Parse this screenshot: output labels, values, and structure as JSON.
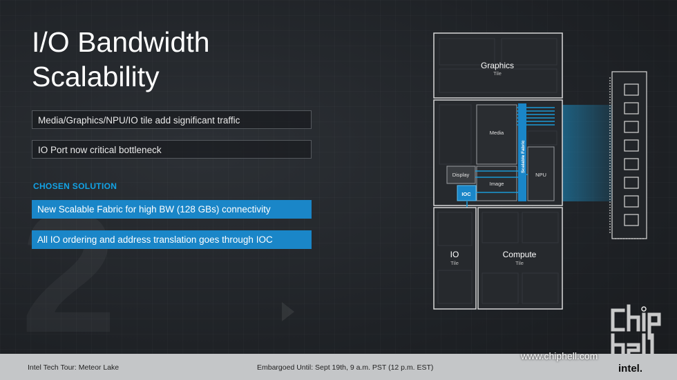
{
  "slide": {
    "title_line1": "I/O Bandwidth",
    "title_line2": "Scalability",
    "background_number": "2",
    "points": [
      "Media/Graphics/NPU/IO tile add significant traffic",
      "IO Port now critical bottleneck"
    ],
    "section_label": "CHOSEN SOLUTION",
    "solutions": [
      "New Scalable Fabric for high BW (128 GBs) connectivity",
      "All IO ordering and address translation goes through IOC"
    ]
  },
  "diagram": {
    "graphics_tile": {
      "name": "Graphics",
      "sub": "Tile"
    },
    "soc_blocks": {
      "media": "Media",
      "display": "Display",
      "image": "Image",
      "npu": "NPU",
      "ioc": "IOC",
      "fabric": "Scalable Fabric"
    },
    "io_tile": {
      "name": "IO",
      "sub": "Tile"
    },
    "compute_tile": {
      "name": "Compute",
      "sub": "Tile"
    },
    "accent_color": "#1a9ad6"
  },
  "footer": {
    "left": "Intel Tech Tour: Meteor Lake",
    "center": "Embargoed Until: Sept 19th, 9 a.m. PST (12 p.m. EST)",
    "logo": "intel."
  },
  "watermark": {
    "url": "www.chiphell.com"
  }
}
